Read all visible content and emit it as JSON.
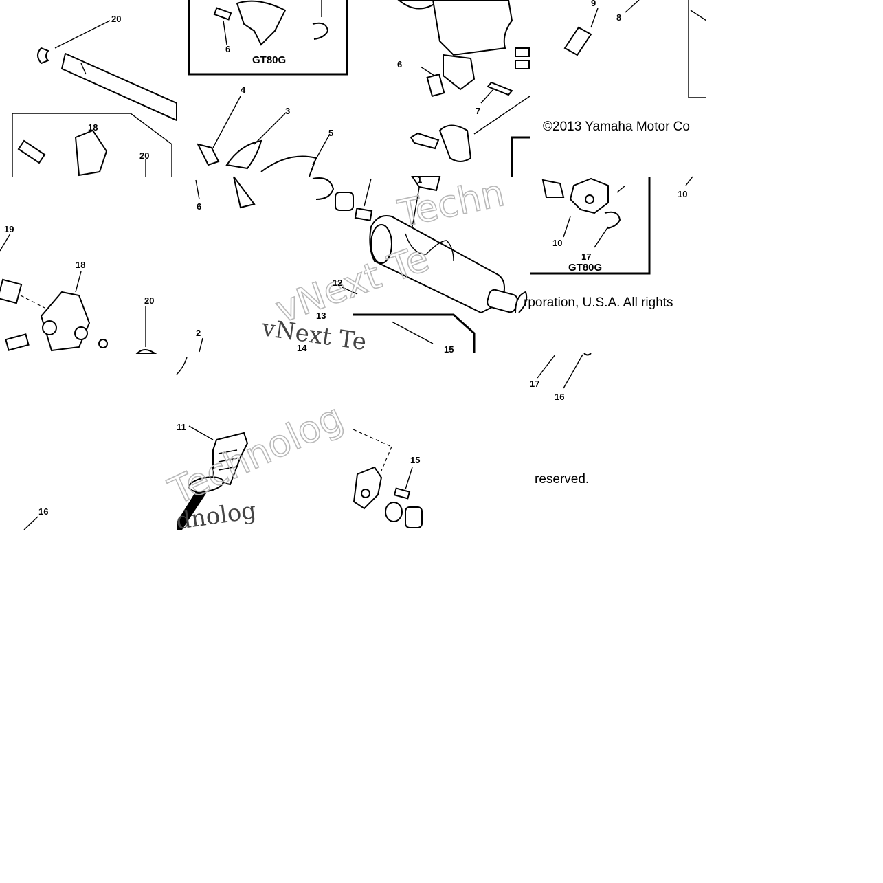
{
  "diagram": {
    "copyright_lines": [
      "©2013 Yamaha Motor Co",
      "rporation, U.S.A. All rights",
      "reserved."
    ],
    "watermark_text": [
      "Techn",
      "vNext Te",
      "vNext Te",
      "Technolog",
      "dnolog"
    ],
    "model_labels": [
      "GT80G",
      "GT80G"
    ],
    "callouts": [
      "20",
      "6",
      "9",
      "8",
      "18",
      "20",
      "4",
      "3",
      "5",
      "6",
      "7",
      "10",
      "6",
      "19",
      "18",
      "20",
      "10",
      "17",
      "12",
      "13",
      "15",
      "14",
      "2",
      "17",
      "16",
      "11",
      "15",
      "16",
      "1"
    ]
  }
}
